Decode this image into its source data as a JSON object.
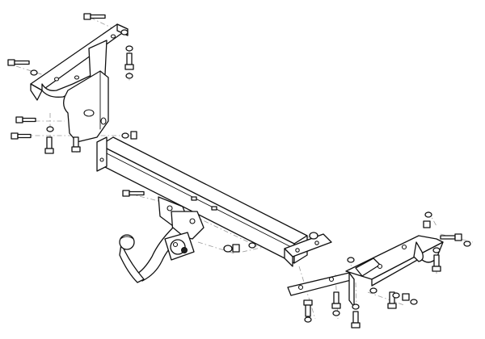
{
  "diagram": {
    "type": "exploded-assembly",
    "subject": "tow-bar-assembly",
    "colors": {
      "line": "#111111",
      "axis": "#9a9a9a",
      "background": "#ffffff"
    },
    "components": [
      {
        "name": "left-mounting-bracket"
      },
      {
        "name": "right-mounting-bracket"
      },
      {
        "name": "cross-beam"
      },
      {
        "name": "tow-ball-neck"
      },
      {
        "name": "tow-ball"
      },
      {
        "name": "socket-plate"
      },
      {
        "name": "electrical-socket"
      }
    ]
  }
}
